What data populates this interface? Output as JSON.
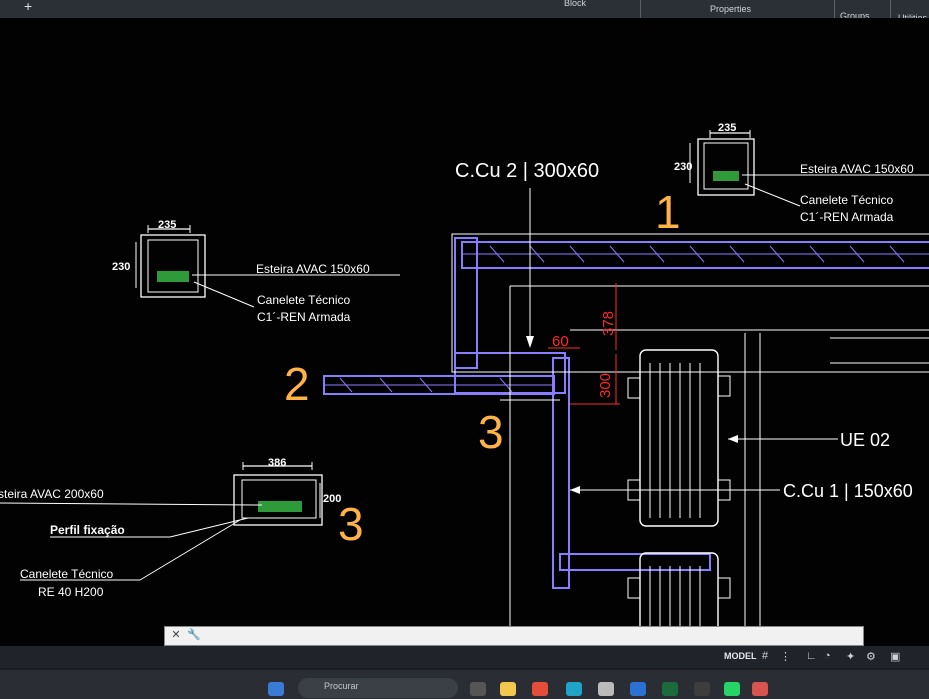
{
  "ribbon": {
    "panels": [
      "Block",
      "Properties",
      "Groups",
      "Utilities"
    ],
    "plus_label": "+"
  },
  "drawing": {
    "detail1": {
      "width": "235",
      "height": "230",
      "label1": "Esteira AVAC 150x60",
      "label2a": "Canelete Técnico",
      "label2b": "C1´-REN Armada"
    },
    "detail2": {
      "width": "235",
      "height": "230",
      "label1": "Esteira AVAC 150x60",
      "label2a": "Canelete Técnico",
      "label2b": "C1´-REN Armada"
    },
    "detail3": {
      "width": "386",
      "height": "200",
      "label1": "steira AVAC 200x60",
      "label2": "Perfil fixação",
      "label3a": "Canelete Técnico",
      "label3b": "RE 40 H200"
    },
    "numbers": {
      "n1": "1",
      "n2": "2",
      "n3a": "3",
      "n3b": "3"
    },
    "callouts": {
      "ccu2": "C.Cu 2 | 300x60",
      "ue02": "UE 02",
      "ccu1": "C.Cu 1 | 150x60"
    },
    "dims": {
      "d60": "60",
      "d378": "378",
      "d300": "300"
    }
  },
  "cmdline": {
    "placeholder": ""
  },
  "statusbar": {
    "model": "MODEL"
  },
  "taskbar": {
    "search": "Procurar"
  },
  "colors": {
    "background": "#020203",
    "lines": "#ffffff",
    "duct": "#8a7cff",
    "accent_numbers": "#ffb347",
    "dims": "#ff2a2a",
    "green": "#2e9a3a"
  }
}
